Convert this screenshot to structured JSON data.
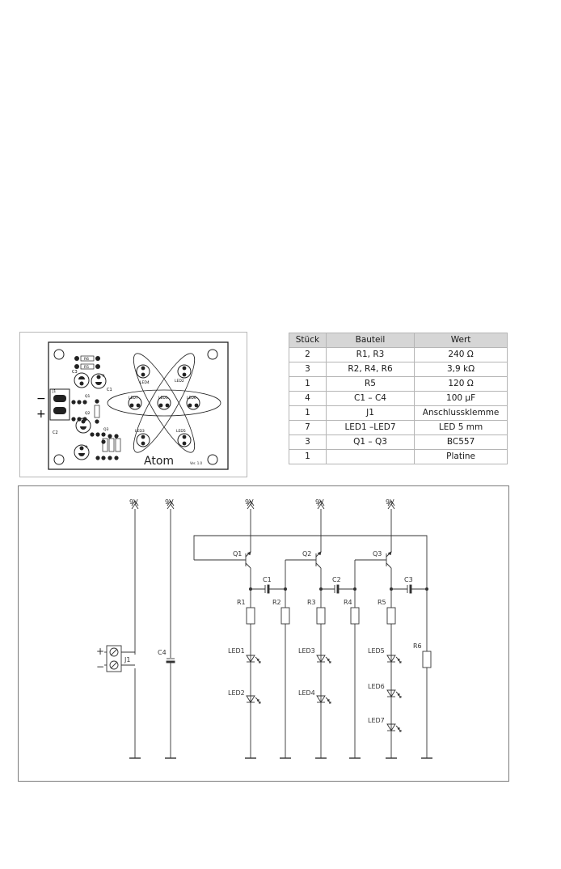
{
  "pcb": {
    "connector_label": "J1",
    "minus_sign": "−",
    "plus_sign": "+",
    "title": "Atom",
    "version": "Ver. 1.0",
    "labels": {
      "r6": "R6",
      "r5": "R5",
      "c1": "C1",
      "c3": "C3",
      "c2": "C2",
      "q1": "Q1",
      "q2": "Q2",
      "q3": "Q3",
      "r1": "R1",
      "led1": "LED1",
      "led2": "LED2",
      "led3": "LED3",
      "led4": "LED4",
      "led5": "LED5",
      "led6": "LED6",
      "led7": "LED7"
    }
  },
  "parts_table": {
    "headers": [
      "Stück",
      "Bauteil",
      "Wert"
    ],
    "rows": [
      [
        "2",
        "R1, R3",
        "240 Ω"
      ],
      [
        "3",
        "R2, R4, R6",
        "3,9 kΩ"
      ],
      [
        "1",
        "R5",
        "120 Ω"
      ],
      [
        "4",
        "C1 – C4",
        "100 µF"
      ],
      [
        "1",
        "J1",
        "Anschlussklemme"
      ],
      [
        "7",
        "LED1 –LED7",
        "LED 5 mm"
      ],
      [
        "3",
        "Q1 – Q3",
        "BC557"
      ],
      [
        "1",
        "",
        "Platine"
      ]
    ]
  },
  "schematic": {
    "supply_label": "9V",
    "j1": "J1",
    "c4": "C4",
    "plus": "+",
    "minus": "−",
    "q1": "Q1",
    "q2": "Q2",
    "q3": "Q3",
    "c1": "C1",
    "c2": "C2",
    "c3": "C3",
    "r1": "R1",
    "r2": "R2",
    "r3": "R3",
    "r4": "R4",
    "r5": "R5",
    "r6": "R6",
    "led1": "LED1",
    "led2": "LED2",
    "led3": "LED3",
    "led4": "LED4",
    "led5": "LED5",
    "led6": "LED6",
    "led7": "LED7"
  }
}
